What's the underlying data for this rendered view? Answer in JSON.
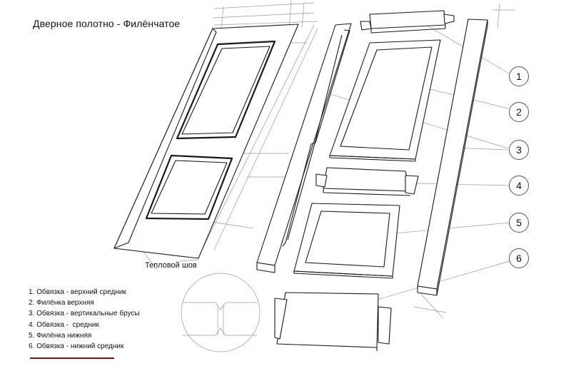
{
  "title": "Дверное полотно - Филёнчатое",
  "seam_label": "Тепловой шов",
  "callouts": [
    "1",
    "2",
    "3",
    "4",
    "5",
    "6"
  ],
  "legend": [
    "1. Обвязка - верхний средник",
    "2. Филёнка верхняя",
    "3. Обвязка - вертикальные брусы",
    "4. Обвязка -  средник",
    "5. Филёнка нижняя",
    "6. Обвязка - нижний средник"
  ],
  "colors": {
    "line": "#1a1a1a",
    "construction": "#9a9a9a",
    "underline": "#7a1414"
  }
}
